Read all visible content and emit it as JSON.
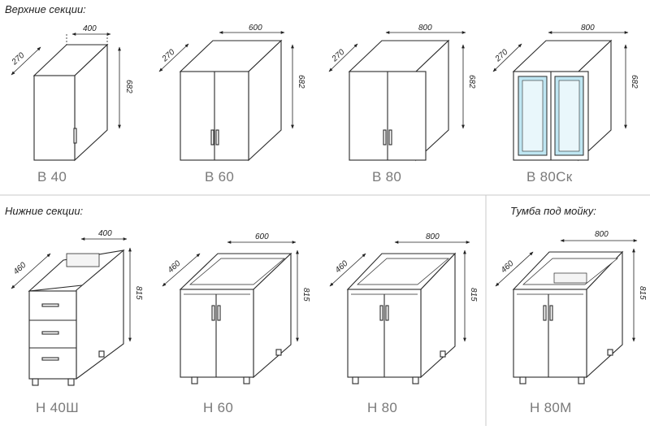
{
  "sections": {
    "upper": "Верхние секции:",
    "lower": "Нижние секции:",
    "sink": "Тумба под мойку:"
  },
  "cabinets": {
    "b40": {
      "name": "В 40",
      "width": "400",
      "depth": "270",
      "height": "682"
    },
    "b60": {
      "name": "В 60",
      "width": "600",
      "depth": "270",
      "height": "682"
    },
    "b80": {
      "name": "В 80",
      "width": "800",
      "depth": "270",
      "height": "682"
    },
    "b80s": {
      "name": "В 80Ск",
      "width": "800",
      "depth": "270",
      "height": "682"
    },
    "n40": {
      "name": "Н 40Ш",
      "width": "400",
      "depth": "460",
      "height": "815"
    },
    "n60": {
      "name": "Н 60",
      "width": "600",
      "depth": "460",
      "height": "815"
    },
    "n80": {
      "name": "Н 80",
      "width": "800",
      "depth": "460",
      "height": "815"
    },
    "n80m": {
      "name": "Н 80М",
      "width": "800",
      "depth": "460",
      "height": "815"
    }
  },
  "colors": {
    "line": "#2a2a2a",
    "glass": "#bfe6f2",
    "divider": "#c8c8c8"
  }
}
